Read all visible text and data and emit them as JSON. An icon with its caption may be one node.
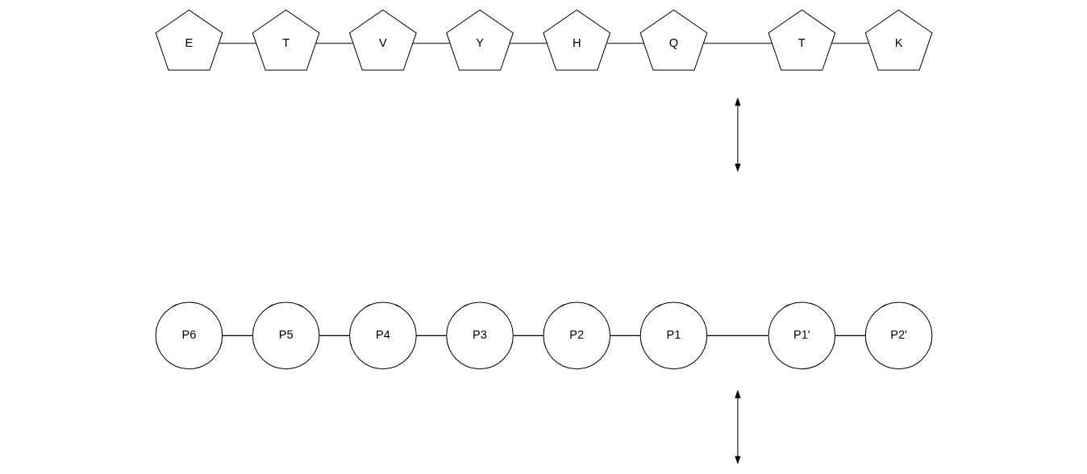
{
  "diagram": {
    "nodes": [
      {
        "text": [
          "P6"
        ]
      },
      {
        "text": [
          "P5"
        ]
      },
      {
        "text": [
          "P4"
        ]
      },
      {
        "text": [
          "P3"
        ]
      },
      {
        "text": [
          "P2"
        ]
      },
      {
        "text": [
          "P1"
        ]
      },
      {
        "text": [
          "P1'"
        ]
      },
      {
        "text": [
          "P2'"
        ]
      },
      {
        "text": [
          "E"
        ]
      },
      {
        "text": [
          "T"
        ]
      },
      {
        "text": [
          "V"
        ]
      },
      {
        "text": [
          "Y"
        ]
      },
      {
        "text": [
          "H"
        ]
      },
      {
        "text": [
          "Q"
        ]
      },
      {
        "text": [
          "T"
        ]
      },
      {
        "text": [
          "K"
        ]
      }
    ],
    "edges": [
      {
        "from": 0,
        "to": 1,
        "arrow": "none"
      },
      {
        "from": 1,
        "to": 2,
        "arrow": "none"
      },
      {
        "from": 2,
        "to": 3,
        "arrow": "none"
      },
      {
        "from": 3,
        "to": 4,
        "arrow": "none"
      },
      {
        "from": 4,
        "to": 5,
        "arrow": "none"
      },
      {
        "from": 5,
        "to": 6,
        "arrow": "none"
      },
      {
        "from": 6,
        "to": 7,
        "arrow": "none"
      },
      {
        "from": 8,
        "to": 9,
        "arrow": "none"
      },
      {
        "from": 9,
        "to": 10,
        "arrow": "none"
      },
      {
        "from": 10,
        "to": 11,
        "arrow": "none"
      },
      {
        "from": 11,
        "to": 12,
        "arrow": "none"
      },
      {
        "from": 12,
        "to": 13,
        "arrow": "none"
      },
      {
        "from": 13,
        "to": 14,
        "arrow": "none"
      },
      {
        "from": 14,
        "to": 15,
        "arrow": "none"
      }
    ]
  }
}
